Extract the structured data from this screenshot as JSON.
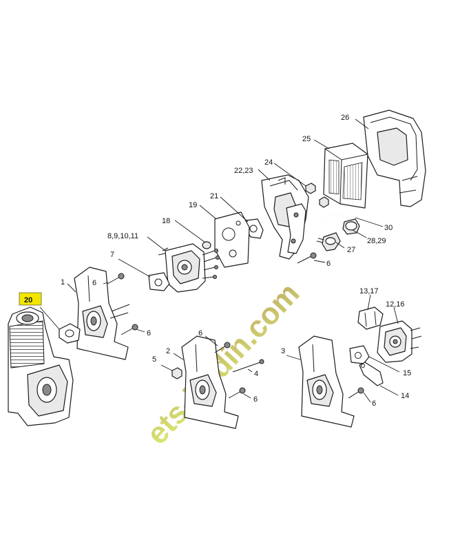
{
  "highlight_color": "#f2e600",
  "watermark": {
    "text": "ets-jardin.com",
    "color_start": "#d6eb5a",
    "color_end": "#b59a4e"
  },
  "callouts": [
    {
      "id": "c26",
      "label": "26"
    },
    {
      "id": "c25",
      "label": "25"
    },
    {
      "id": "c24",
      "label": "24"
    },
    {
      "id": "c2223",
      "label": "22,23"
    },
    {
      "id": "c21",
      "label": "21"
    },
    {
      "id": "c19",
      "label": "19"
    },
    {
      "id": "c18",
      "label": "18"
    },
    {
      "id": "c30",
      "label": "30"
    },
    {
      "id": "c2829",
      "label": "28,29"
    },
    {
      "id": "c27",
      "label": "27"
    },
    {
      "id": "c6a",
      "label": "6"
    },
    {
      "id": "c891011",
      "label": "8,9,10,11"
    },
    {
      "id": "c7",
      "label": "7"
    },
    {
      "id": "c6b",
      "label": "6"
    },
    {
      "id": "c1",
      "label": "1"
    },
    {
      "id": "c20",
      "label": "20"
    },
    {
      "id": "c6c",
      "label": "6"
    },
    {
      "id": "c1317",
      "label": "13,17"
    },
    {
      "id": "c1216",
      "label": "12,16"
    },
    {
      "id": "c6d",
      "label": "6"
    },
    {
      "id": "c2",
      "label": "2"
    },
    {
      "id": "c3",
      "label": "3"
    },
    {
      "id": "c5",
      "label": "5"
    },
    {
      "id": "c4",
      "label": "4"
    },
    {
      "id": "c15",
      "label": "15"
    },
    {
      "id": "c6e",
      "label": "6"
    },
    {
      "id": "c6f",
      "label": "6"
    },
    {
      "id": "c14",
      "label": "14"
    }
  ]
}
